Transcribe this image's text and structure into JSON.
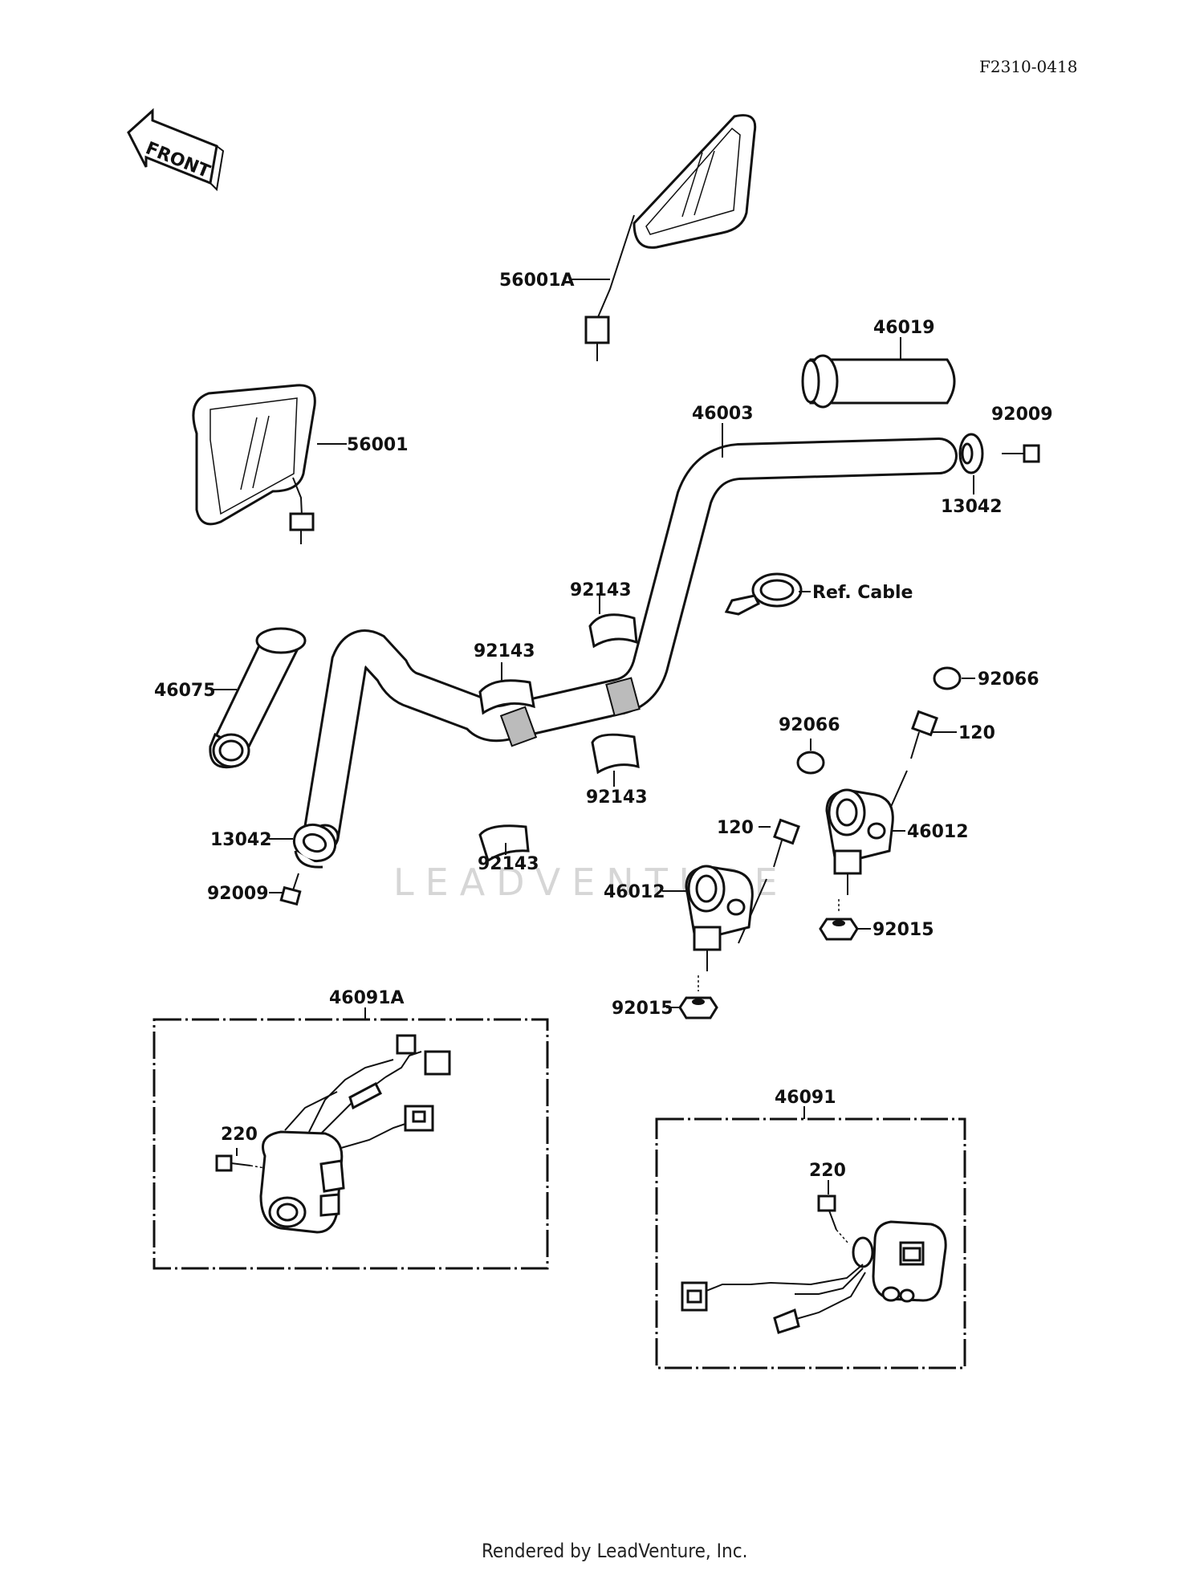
{
  "diagram_code": "F2310-0418",
  "front_label": "FRONT",
  "watermark": "LEADVENTURE",
  "footer": "Rendered by LeadVenture, Inc.",
  "labels": {
    "mirror_right": "56001A",
    "mirror_left": "56001",
    "throttle_grip": "46019",
    "handlebar": "46003",
    "bolt_right": "92009",
    "weight_right": "13042",
    "cable_ref": "Ref. Cable",
    "left_grip": "46075",
    "clamp_upper_left": "92143",
    "clamp_upper_right": "92143",
    "clamp_lower_right": "92143",
    "clamp_lower_left": "92143",
    "cap_right": "92066",
    "cap_center": "92066",
    "bolt_holder_right": "120",
    "bolt_holder_left": "120",
    "holder_right": "46012",
    "holder_left": "46012",
    "weight_left": "13042",
    "bolt_left": "92009",
    "nut_right": "92015",
    "nut_left": "92015",
    "switch_left_assy": "46091A",
    "switch_right_assy": "46091",
    "screw_left": "220",
    "screw_right": "220"
  }
}
